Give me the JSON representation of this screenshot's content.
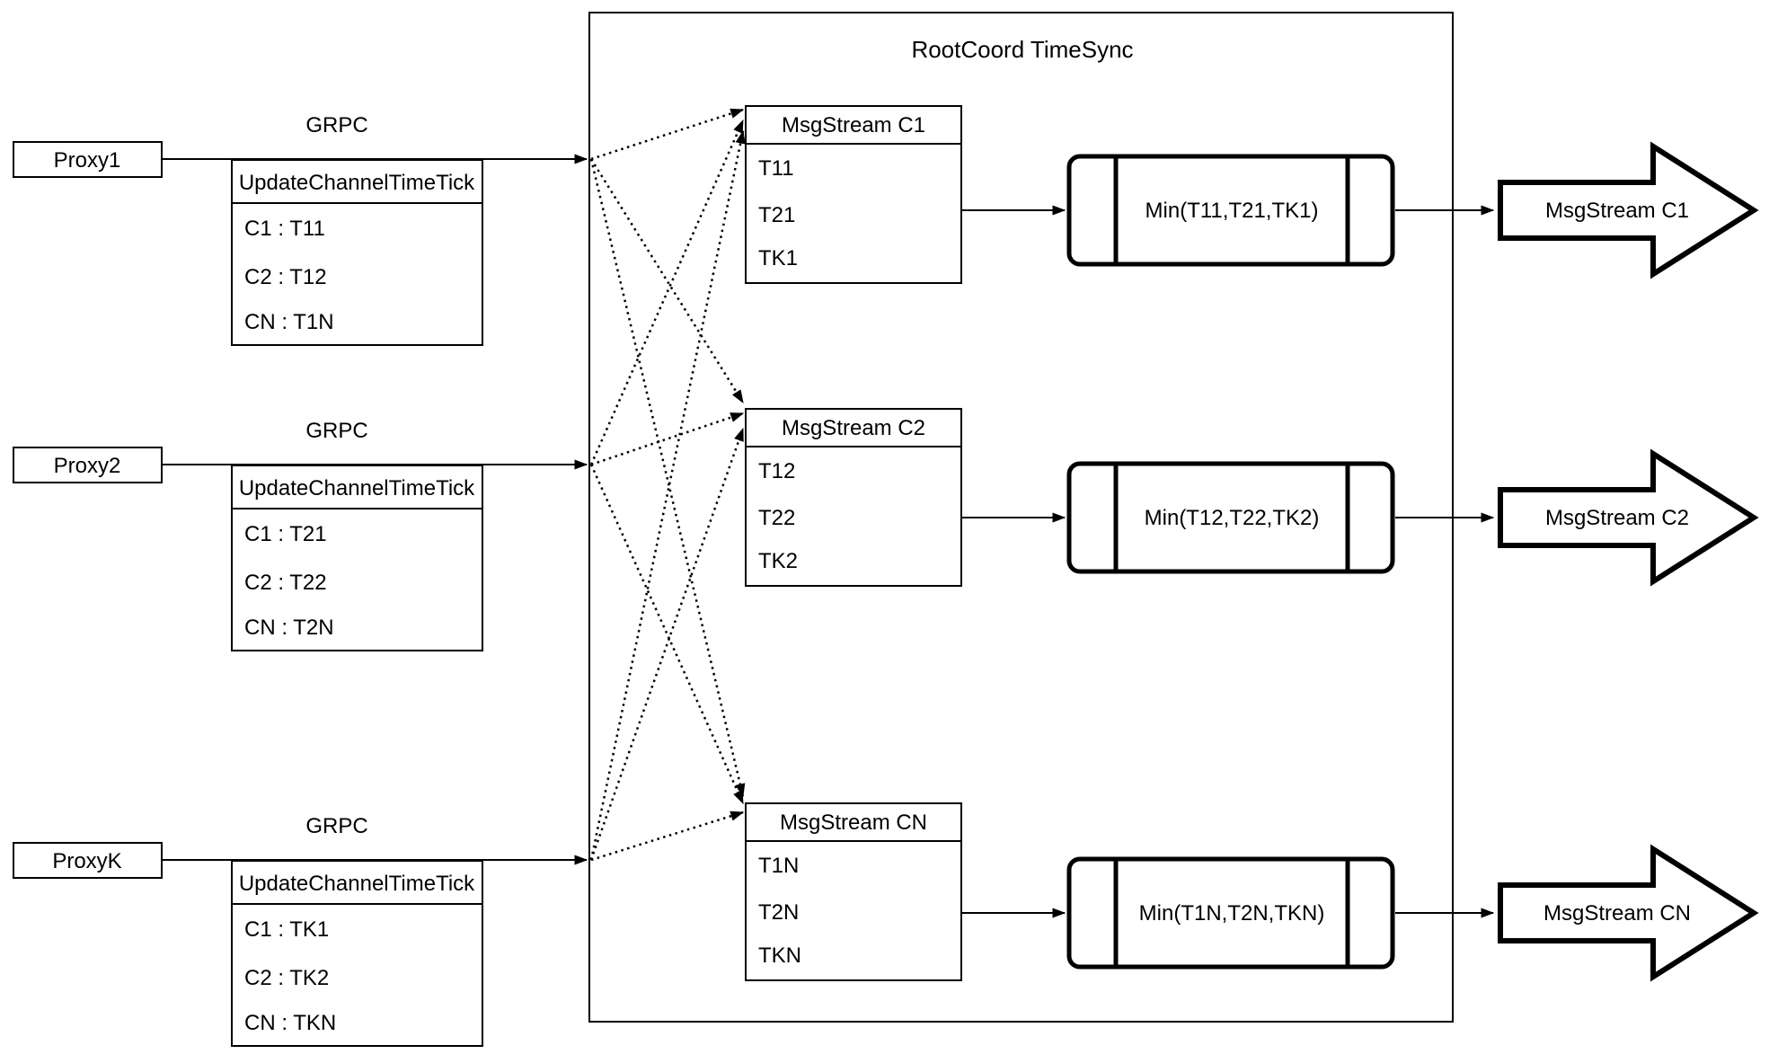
{
  "diagram": {
    "title": "RootCoord TimeSync",
    "grpc_label": "GRPC",
    "colors": {
      "stroke": "#000000",
      "background": "#ffffff"
    },
    "proxies": [
      {
        "name": "Proxy1",
        "table": {
          "header": "UpdateChannelTimeTick",
          "rows": [
            "C1 : T11",
            "C2 : T12",
            "CN : T1N"
          ]
        }
      },
      {
        "name": "Proxy2",
        "table": {
          "header": "UpdateChannelTimeTick",
          "rows": [
            "C1 : T21",
            "C2 : T22",
            "CN : T2N"
          ]
        }
      },
      {
        "name": "ProxyK",
        "table": {
          "header": "UpdateChannelTimeTick",
          "rows": [
            "C1 : TK1",
            "C2 : TK2",
            "CN : TKN"
          ]
        }
      }
    ],
    "streams": [
      {
        "header": "MsgStream C1",
        "ticks": [
          "T11",
          "T21",
          "TK1"
        ],
        "min_label": "Min(T11,T21,TK1)",
        "output": "MsgStream C1"
      },
      {
        "header": "MsgStream C2",
        "ticks": [
          "T12",
          "T22",
          "TK2"
        ],
        "min_label": "Min(T12,T22,TK2)",
        "output": "MsgStream C2"
      },
      {
        "header": "MsgStream CN",
        "ticks": [
          "T1N",
          "T2N",
          "TKN"
        ],
        "min_label": "Min(T1N,T2N,TKN)",
        "output": "MsgStream CN"
      }
    ]
  }
}
